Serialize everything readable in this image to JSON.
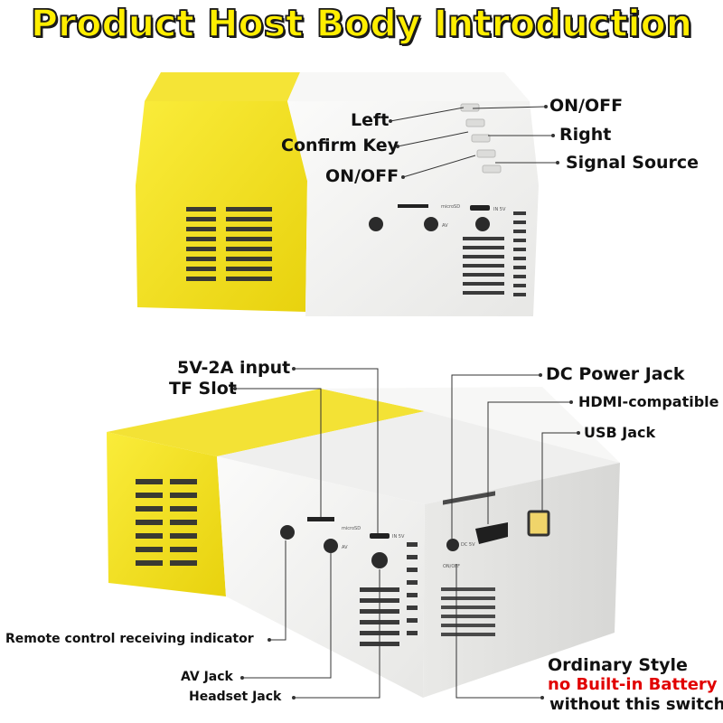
{
  "title": "Product Host Body Introduction",
  "colors": {
    "title_fill": "#FFEE00",
    "body_yellow": "#F4E11A",
    "body_white": "#F3F3F1",
    "callout_red": "#E10000"
  },
  "top_view": {
    "labels": {
      "left": "Left",
      "confirm_key": "Confirm Key",
      "on_off_left": "ON/OFF",
      "on_off_right": "ON/OFF",
      "right": "Right",
      "signal_source": "Signal Source"
    },
    "port_marks": {
      "micro_sd": "microSD",
      "in_5v": "IN 5V",
      "av": "AV"
    }
  },
  "bottom_view": {
    "labels": {
      "input_5v": "5V-2A input",
      "tf_slot": "TF Slot",
      "dc_power_jack": "DC Power Jack",
      "hdmi": "HDMI-compatible",
      "usb_jack": "USB Jack",
      "remote_indicator": "Remote control receiving indicator",
      "av_jack": "AV Jack",
      "headset_jack": "Headset Jack",
      "ordinary_style": "Ordinary Style",
      "no_battery": "no Built-in Battery",
      "without_switch": "without this switch"
    },
    "port_marks": {
      "micro_sd": "microSD",
      "in_5v": "IN 5V",
      "av": "AV",
      "dc": "DC 5V",
      "on_off": "ON/OFF"
    }
  }
}
